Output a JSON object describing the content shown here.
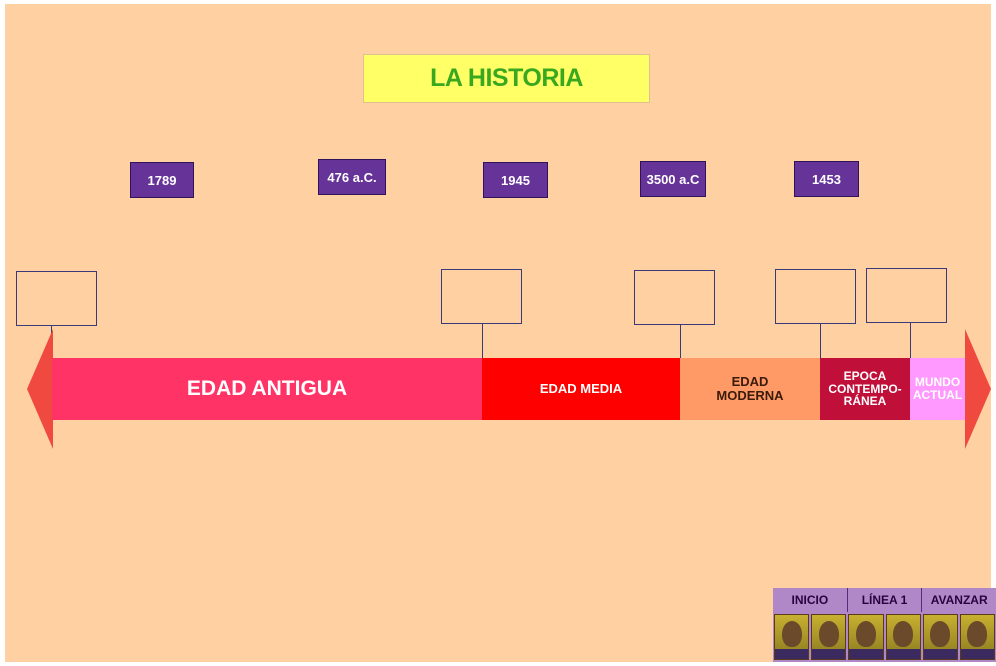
{
  "title": "LA HISTORIA",
  "dates": [
    "1789",
    "476 a.C.",
    "1945",
    "3500 a.C",
    "1453"
  ],
  "eras": [
    {
      "label": "EDAD ANTIGUA",
      "color": "#ff3366"
    },
    {
      "label": "EDAD MEDIA",
      "color": "#ff0000"
    },
    {
      "label": "EDAD MODERNA",
      "color": "#ff9966"
    },
    {
      "label": "EPOCA CONTEMPO- RÁNEA",
      "color": "#c0103a"
    },
    {
      "label": "MUNDO ACTUAL",
      "color": "#ff99ff"
    }
  ],
  "arrow_color": "#f04a40",
  "nav": {
    "inicio": "INICIO",
    "linea": "LÍNEA 1",
    "avanzar": "AVANZAR"
  }
}
